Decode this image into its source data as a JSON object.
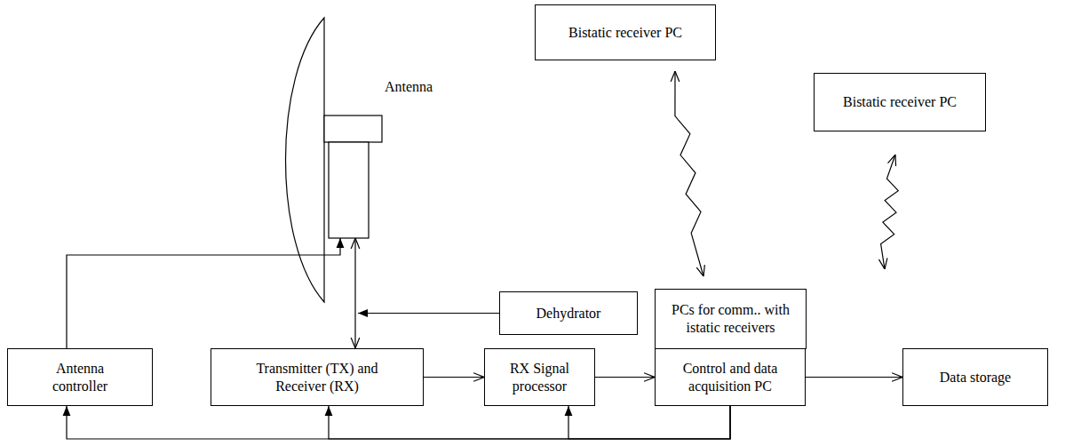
{
  "diagram": {
    "nodes": [
      {
        "text": [
          "Antenna"
        ]
      },
      {
        "text": [
          "Bistatic receiver PC"
        ]
      },
      {
        "text": [
          "Bistatic receiver PC"
        ]
      },
      {
        "text": [
          "Dehydrator"
        ]
      },
      {
        "text": [
          "PCs for comm.. with istatic receivers"
        ]
      },
      {
        "text": [
          "Antenna controller"
        ]
      },
      {
        "text": [
          "Transmitter (TX) and Receiver (RX)"
        ]
      },
      {
        "text": [
          "RX Signal processor"
        ]
      },
      {
        "text": [
          "Control and data acquisition PC"
        ]
      },
      {
        "text": [
          "Data storage"
        ]
      }
    ],
    "edges": [
      {
        "from": 5,
        "to": 0,
        "arrow": "to"
      },
      {
        "from": 6,
        "to": 0,
        "arrow": "both"
      },
      {
        "from": 3,
        "to": 0,
        "arrow": "to"
      },
      {
        "from": 6,
        "to": 7,
        "arrow": "to"
      },
      {
        "from": 7,
        "to": 8,
        "arrow": "to"
      },
      {
        "from": 8,
        "to": 9,
        "arrow": "to"
      },
      {
        "from": 4,
        "to": 1,
        "arrow": "both"
      },
      {
        "from": 4,
        "to": 2,
        "arrow": "both"
      },
      {
        "from": 8,
        "to": 5,
        "arrow": "to"
      },
      {
        "from": 8,
        "to": 6,
        "arrow": "to"
      },
      {
        "from": 8,
        "to": 7,
        "arrow": "to"
      }
    ]
  }
}
